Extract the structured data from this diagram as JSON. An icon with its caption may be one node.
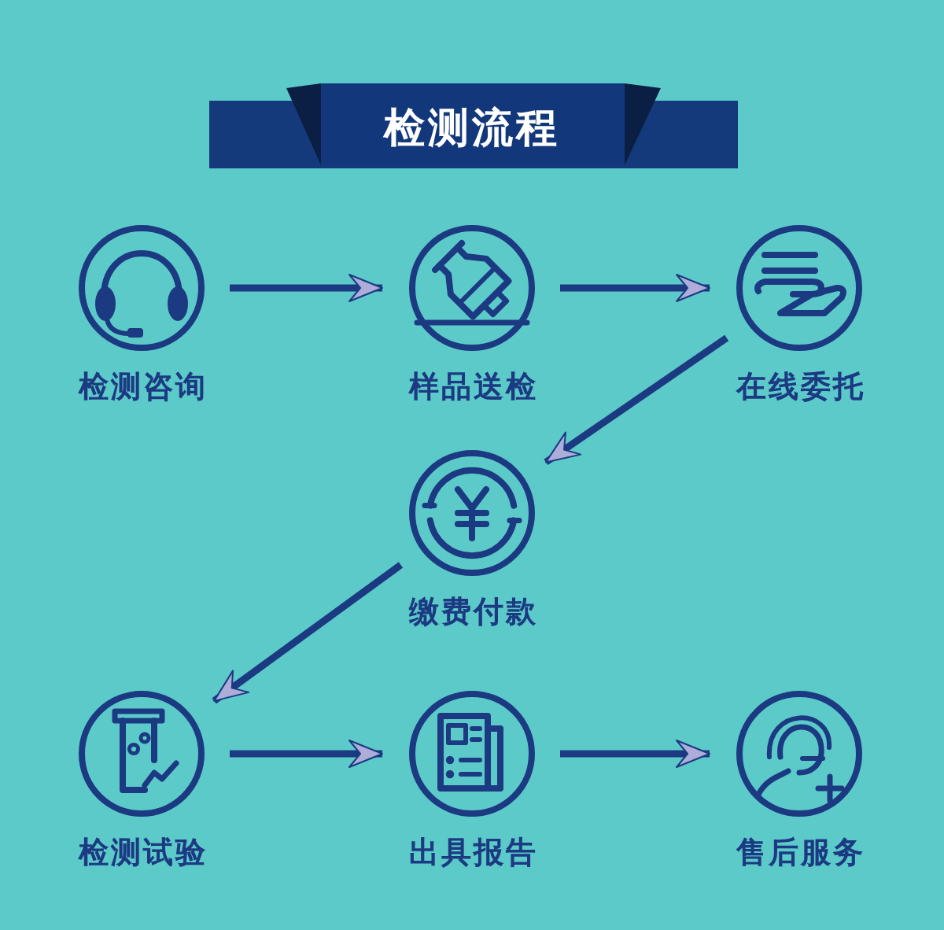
{
  "diagram": {
    "title": "检测流程",
    "nodes": [
      {
        "text": [
          "检测咨询"
        ]
      },
      {
        "text": [
          "样品送检"
        ]
      },
      {
        "text": [
          "在线委托"
        ]
      },
      {
        "text": [
          "缴费付款"
        ]
      },
      {
        "text": [
          "检测试验"
        ]
      },
      {
        "text": [
          "出具报告"
        ]
      },
      {
        "text": [
          "售后服务"
        ]
      }
    ],
    "edges": [
      {
        "from": 0,
        "to": 1,
        "arrow": "to"
      },
      {
        "from": 1,
        "to": 2,
        "arrow": "to"
      },
      {
        "from": 2,
        "to": 3,
        "arrow": "to"
      },
      {
        "from": 3,
        "to": 4,
        "arrow": "to"
      },
      {
        "from": 4,
        "to": 5,
        "arrow": "to"
      },
      {
        "from": 5,
        "to": 6,
        "arrow": "to"
      }
    ]
  }
}
